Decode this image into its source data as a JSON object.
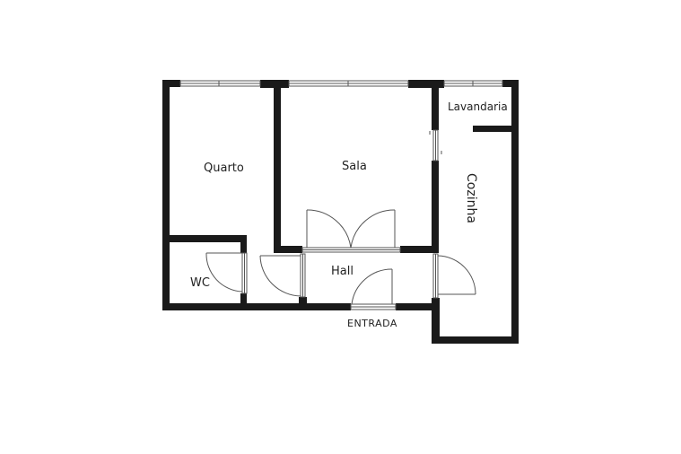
{
  "plan": {
    "type": "floor-plan",
    "rooms": [
      {
        "id": "quarto",
        "label": "Quarto"
      },
      {
        "id": "sala",
        "label": "Sala"
      },
      {
        "id": "lavandaria",
        "label": "Lavandaria"
      },
      {
        "id": "cozinha",
        "label": "Cozinha"
      },
      {
        "id": "wc",
        "label": "WC"
      },
      {
        "id": "hall",
        "label": "Hall"
      }
    ],
    "entrance_label": "ENTRADA"
  },
  "colors": {
    "wall": "#1a1a1a",
    "line": "#555555",
    "background": "#ffffff"
  }
}
